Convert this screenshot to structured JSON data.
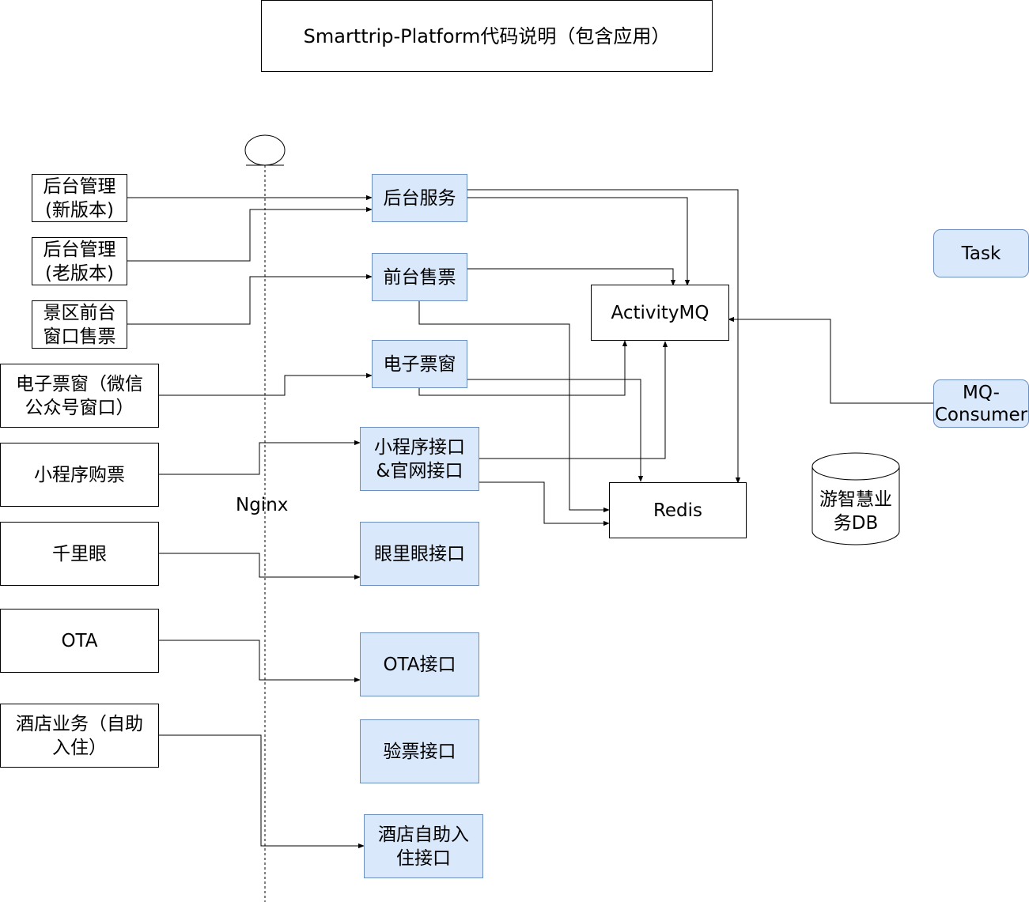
{
  "title": "Smarttrip-Platform代码说明（包含应用）",
  "clients": [
    {
      "id": "admin-new",
      "label": "后台管理\n(新版本)"
    },
    {
      "id": "admin-old",
      "label": "后台管理\n(老版本)"
    },
    {
      "id": "scenic-window",
      "label": "景区前台\n窗口售票"
    },
    {
      "id": "eticket-wechat",
      "label": "电子票窗（微信\n公众号窗口）"
    },
    {
      "id": "miniprogram",
      "label": "小程序购票"
    },
    {
      "id": "qianliyan",
      "label": "千里眼"
    },
    {
      "id": "ota",
      "label": "OTA"
    },
    {
      "id": "hotel",
      "label": "酒店业务（自助\n入住）"
    }
  ],
  "services": [
    {
      "id": "backend-service",
      "label": "后台服务"
    },
    {
      "id": "front-sales",
      "label": "前台售票"
    },
    {
      "id": "eticket-window",
      "label": "电子票窗"
    },
    {
      "id": "miniprogram-api",
      "label": "小程序接口\n&官网接口"
    },
    {
      "id": "yanliyan-api",
      "label": "眼里眼接口"
    },
    {
      "id": "ota-api",
      "label": "OTA接口"
    },
    {
      "id": "ticket-check-api",
      "label": "验票接口"
    },
    {
      "id": "hotel-checkin-api",
      "label": "酒店自助入\n住接口"
    }
  ],
  "infra": {
    "activitymq": "ActivityMQ",
    "redis": "Redis",
    "task": "Task",
    "mq_consumer": "MQ-\nConsumer",
    "db": "游智慧业\n务DB"
  },
  "gateway": {
    "label": "Nginx"
  },
  "colors": {
    "service_fill": "#dae8fc",
    "service_stroke": "#6c8ebf",
    "line": "#000000"
  }
}
